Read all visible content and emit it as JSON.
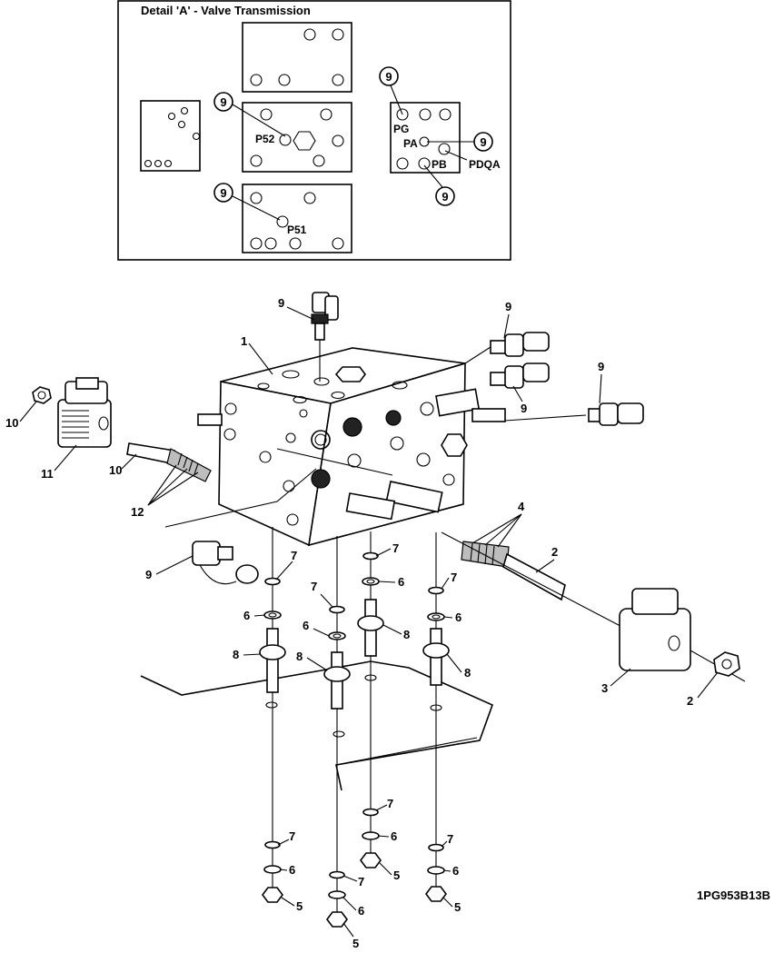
{
  "detail": {
    "title": "Detail 'A' - Valve Transmission",
    "port_labels": {
      "p52": "P52",
      "p51": "P51",
      "pg": "PG",
      "pa": "PA",
      "pb": "PB",
      "pdqa": "PDQA"
    },
    "callout_number": "9"
  },
  "callouts": {
    "n1": "1",
    "n2": "2",
    "n3": "3",
    "n4": "4",
    "n5": "5",
    "n6": "6",
    "n7": "7",
    "n8": "8",
    "n9": "9",
    "n10": "10",
    "n11": "11",
    "n12": "12"
  },
  "reference_code": "1PG953B13B"
}
